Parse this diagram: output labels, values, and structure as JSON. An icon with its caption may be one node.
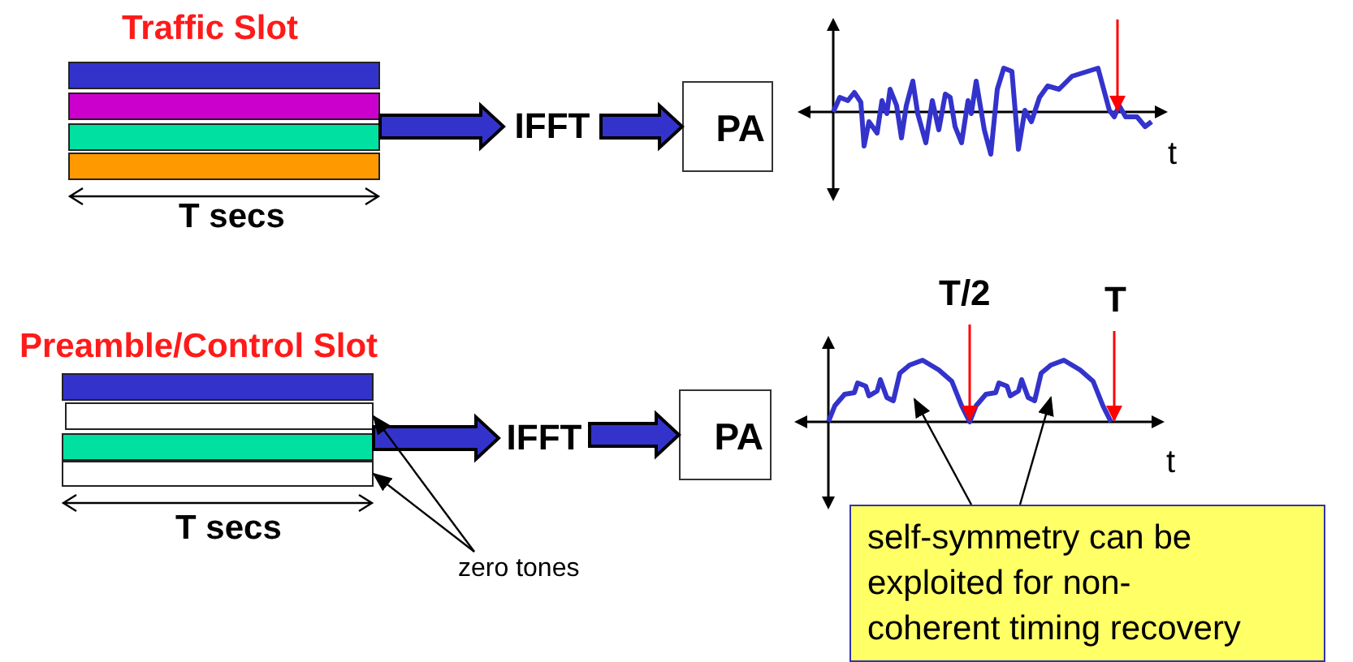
{
  "diagram": {
    "nodes": [
      {
        "text": [
          "Traffic Slot"
        ],
        "beside": [
          "T secs"
        ]
      },
      {
        "text": [],
        "shape": "bar",
        "in": 0
      },
      {
        "text": [],
        "shape": "bar",
        "in": 0
      },
      {
        "text": [],
        "shape": "bar",
        "in": 0
      },
      {
        "text": [],
        "shape": "bar",
        "in": 0
      },
      {
        "text": [
          "IFFT"
        ]
      },
      {
        "text": [
          "PA"
        ]
      },
      {
        "text": [],
        "shape": "picture"
      },
      {
        "text": [
          "Preamble/Control Slot"
        ],
        "beside": [
          "T secs"
        ]
      },
      {
        "text": [],
        "shape": "bar",
        "in": 8
      },
      {
        "text": [],
        "shape": "bar",
        "in": 8
      },
      {
        "text": [],
        "shape": "bar",
        "in": 8
      },
      {
        "text": [],
        "shape": "bar",
        "in": 8
      },
      {
        "text": [
          "IFFT"
        ]
      },
      {
        "text": [
          "PA"
        ]
      },
      {
        "text": [],
        "shape": "picture"
      },
      {
        "text": [
          "zero tones"
        ]
      },
      {
        "text": [
          "self-symmetry can be exploited for non-coherent timing recovery"
        ]
      }
    ],
    "edges": [
      {
        "from": 0,
        "to": 5,
        "arrow": "to",
        "style": "thick"
      },
      {
        "from": 5,
        "to": 6,
        "arrow": "to",
        "style": "thick"
      },
      {
        "from": 8,
        "to": 13,
        "arrow": "to",
        "style": "thick"
      },
      {
        "from": 13,
        "to": 14,
        "arrow": "to",
        "style": "thick"
      },
      {
        "from": 16,
        "to": 10,
        "arrow": "to"
      },
      {
        "from": 16,
        "to": 12,
        "arrow": "to"
      },
      {
        "from": 17,
        "to": 15,
        "arrow": "to"
      },
      {
        "from": 17,
        "to": 15,
        "arrow": "to"
      }
    ],
    "labels": [
      "t",
      "T/2",
      "T",
      "t"
    ]
  }
}
